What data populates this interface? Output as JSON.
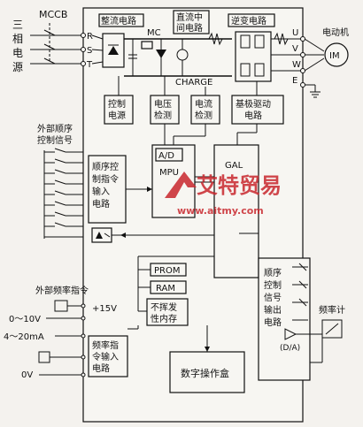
{
  "labels": {
    "mccb": "MCCB",
    "three_phase_power": [
      "三",
      "相",
      "电",
      "源"
    ],
    "rectifier": "整流电路",
    "dc_intermediate": [
      "直流中",
      "间电路"
    ],
    "inverter": "逆变电路",
    "motor": "电动机",
    "motor_symbol": "IM",
    "mc": "MC",
    "charge": "CHARGE",
    "control_power": [
      "控制",
      "电源"
    ],
    "voltage_detect": [
      "电压",
      "检测"
    ],
    "current_detect": [
      "电流",
      "检测"
    ],
    "base_drive": [
      "基极驱动",
      "电路"
    ],
    "ad": "A/D",
    "mpu": "MPU",
    "gal": "GAL",
    "ext_sequence": [
      "外部顺序",
      "控制信号"
    ],
    "seq_input": [
      "顺序控",
      "制指令",
      "输入",
      "电路"
    ],
    "prom": "PROM",
    "ram": "RAM",
    "nonvolatile": [
      "不挥发",
      "性内存"
    ],
    "ext_freq": "外部频率指令",
    "v_range": "0～10V",
    "ma_range": "4～20mA",
    "plus15": "+15V",
    "freq_input": [
      "频率指",
      "令输入",
      "电路"
    ],
    "zero_v": "0V",
    "digital_panel": "数字操作盒",
    "seq_output": [
      "顺序",
      "控制",
      "信号",
      "输出",
      "电路"
    ],
    "freq_meter": "频率计",
    "da": "(D/A)"
  },
  "terminals": {
    "in": [
      "R",
      "S",
      "T"
    ],
    "out": [
      "U",
      "V",
      "W",
      "E"
    ]
  },
  "watermark": {
    "brand": "艾特贸易",
    "url": "www.aitmy.com"
  },
  "colors": {
    "watermark": "#c9272d",
    "ink": "#111111"
  }
}
